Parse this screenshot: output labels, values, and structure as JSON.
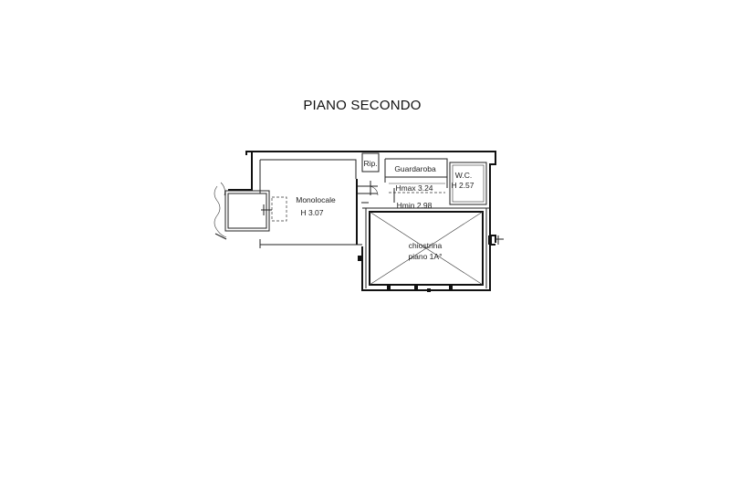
{
  "plan": {
    "title": "PIANO SECONDO",
    "rooms": {
      "monolocale": {
        "name": "Monolocale",
        "height": "H 3.07"
      },
      "ripostiglio": {
        "name": "Rip."
      },
      "guardaroba": {
        "name": "Guardaroba",
        "height_max": "Hmax 3.24",
        "height_min": "Hmin 2.98"
      },
      "wc": {
        "name": "W.C.",
        "height": "H 2.57"
      },
      "chiostrina": {
        "name": "chiostrina",
        "level": "piano 1A°"
      }
    }
  }
}
